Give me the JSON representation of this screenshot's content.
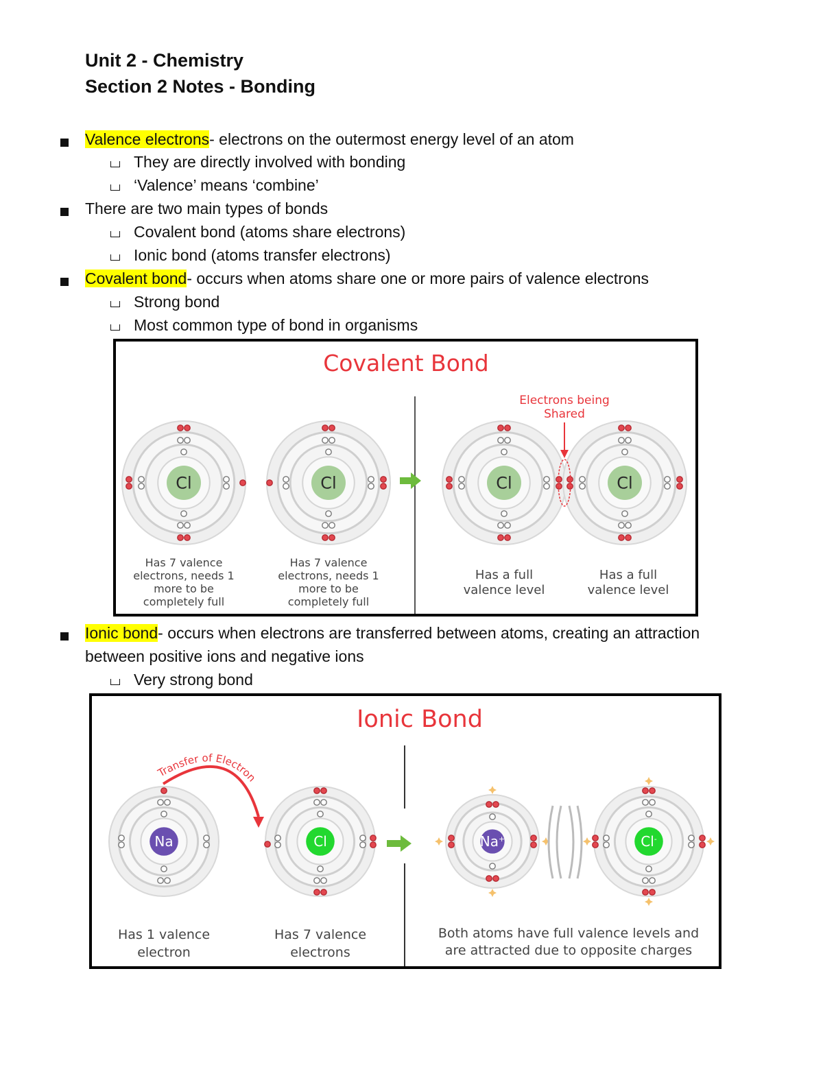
{
  "header": {
    "unit_title": "Unit 2 - Chemistry",
    "section_title": "Section 2 Notes - Bonding"
  },
  "notes": {
    "valence": {
      "term": "Valence electrons",
      "definition": "- electrons on the outermost energy level of an atom",
      "sub": [
        "They are directly involved with bonding",
        "‘Valence’ means ‘combine’"
      ]
    },
    "types": {
      "text": "There are two main types of bonds",
      "sub": [
        "Covalent bond (atoms share electrons)",
        "Ionic bond (atoms transfer electrons)"
      ]
    },
    "covalent": {
      "term": "Covalent bond",
      "definition": "- occurs when atoms share one or more pairs of valence electrons",
      "sub": [
        "Strong bond",
        "Most common type of bond in organisms"
      ]
    },
    "ionic": {
      "term": "Ionic bond",
      "definition_line1": "- occurs when electrons are transferred between atoms, creating an attraction",
      "definition_line2": "between positive ions and negative ions",
      "sub": [
        "Very strong bond"
      ]
    }
  },
  "covalent_figure": {
    "title": "Covalent Bond",
    "shared_label_line1": "Electrons being",
    "shared_label_line2": "Shared",
    "atom_symbol": "Cl",
    "caption_before": [
      "Has 7 valence",
      "electrons, needs 1",
      "more to be",
      "completely full"
    ],
    "caption_after": [
      "Has a full",
      "valence level"
    ],
    "colors": {
      "title": "#e8353b",
      "electron": "#e34850",
      "atom_core": "#a8cf9a",
      "arrow": "#6dbb3d"
    }
  },
  "ionic_figure": {
    "title": "Ionic Bond",
    "transfer_label": "Transfer of Electron",
    "na_symbol": "Na",
    "cl_symbol": "Cl",
    "na_ion": "Na",
    "na_ion_sup": "+",
    "cl_ion": "Cl",
    "cl_ion_sup": "-",
    "caption_na": [
      "Has 1 valence",
      "electron"
    ],
    "caption_cl": [
      "Has 7 valence",
      "electrons"
    ],
    "caption_result": [
      "Both atoms have full valence levels and",
      "are attracted due to opposite charges"
    ],
    "colors": {
      "na_core": "#6a4fb0",
      "cl_core": "#22d82f",
      "title": "#e8353b"
    }
  }
}
